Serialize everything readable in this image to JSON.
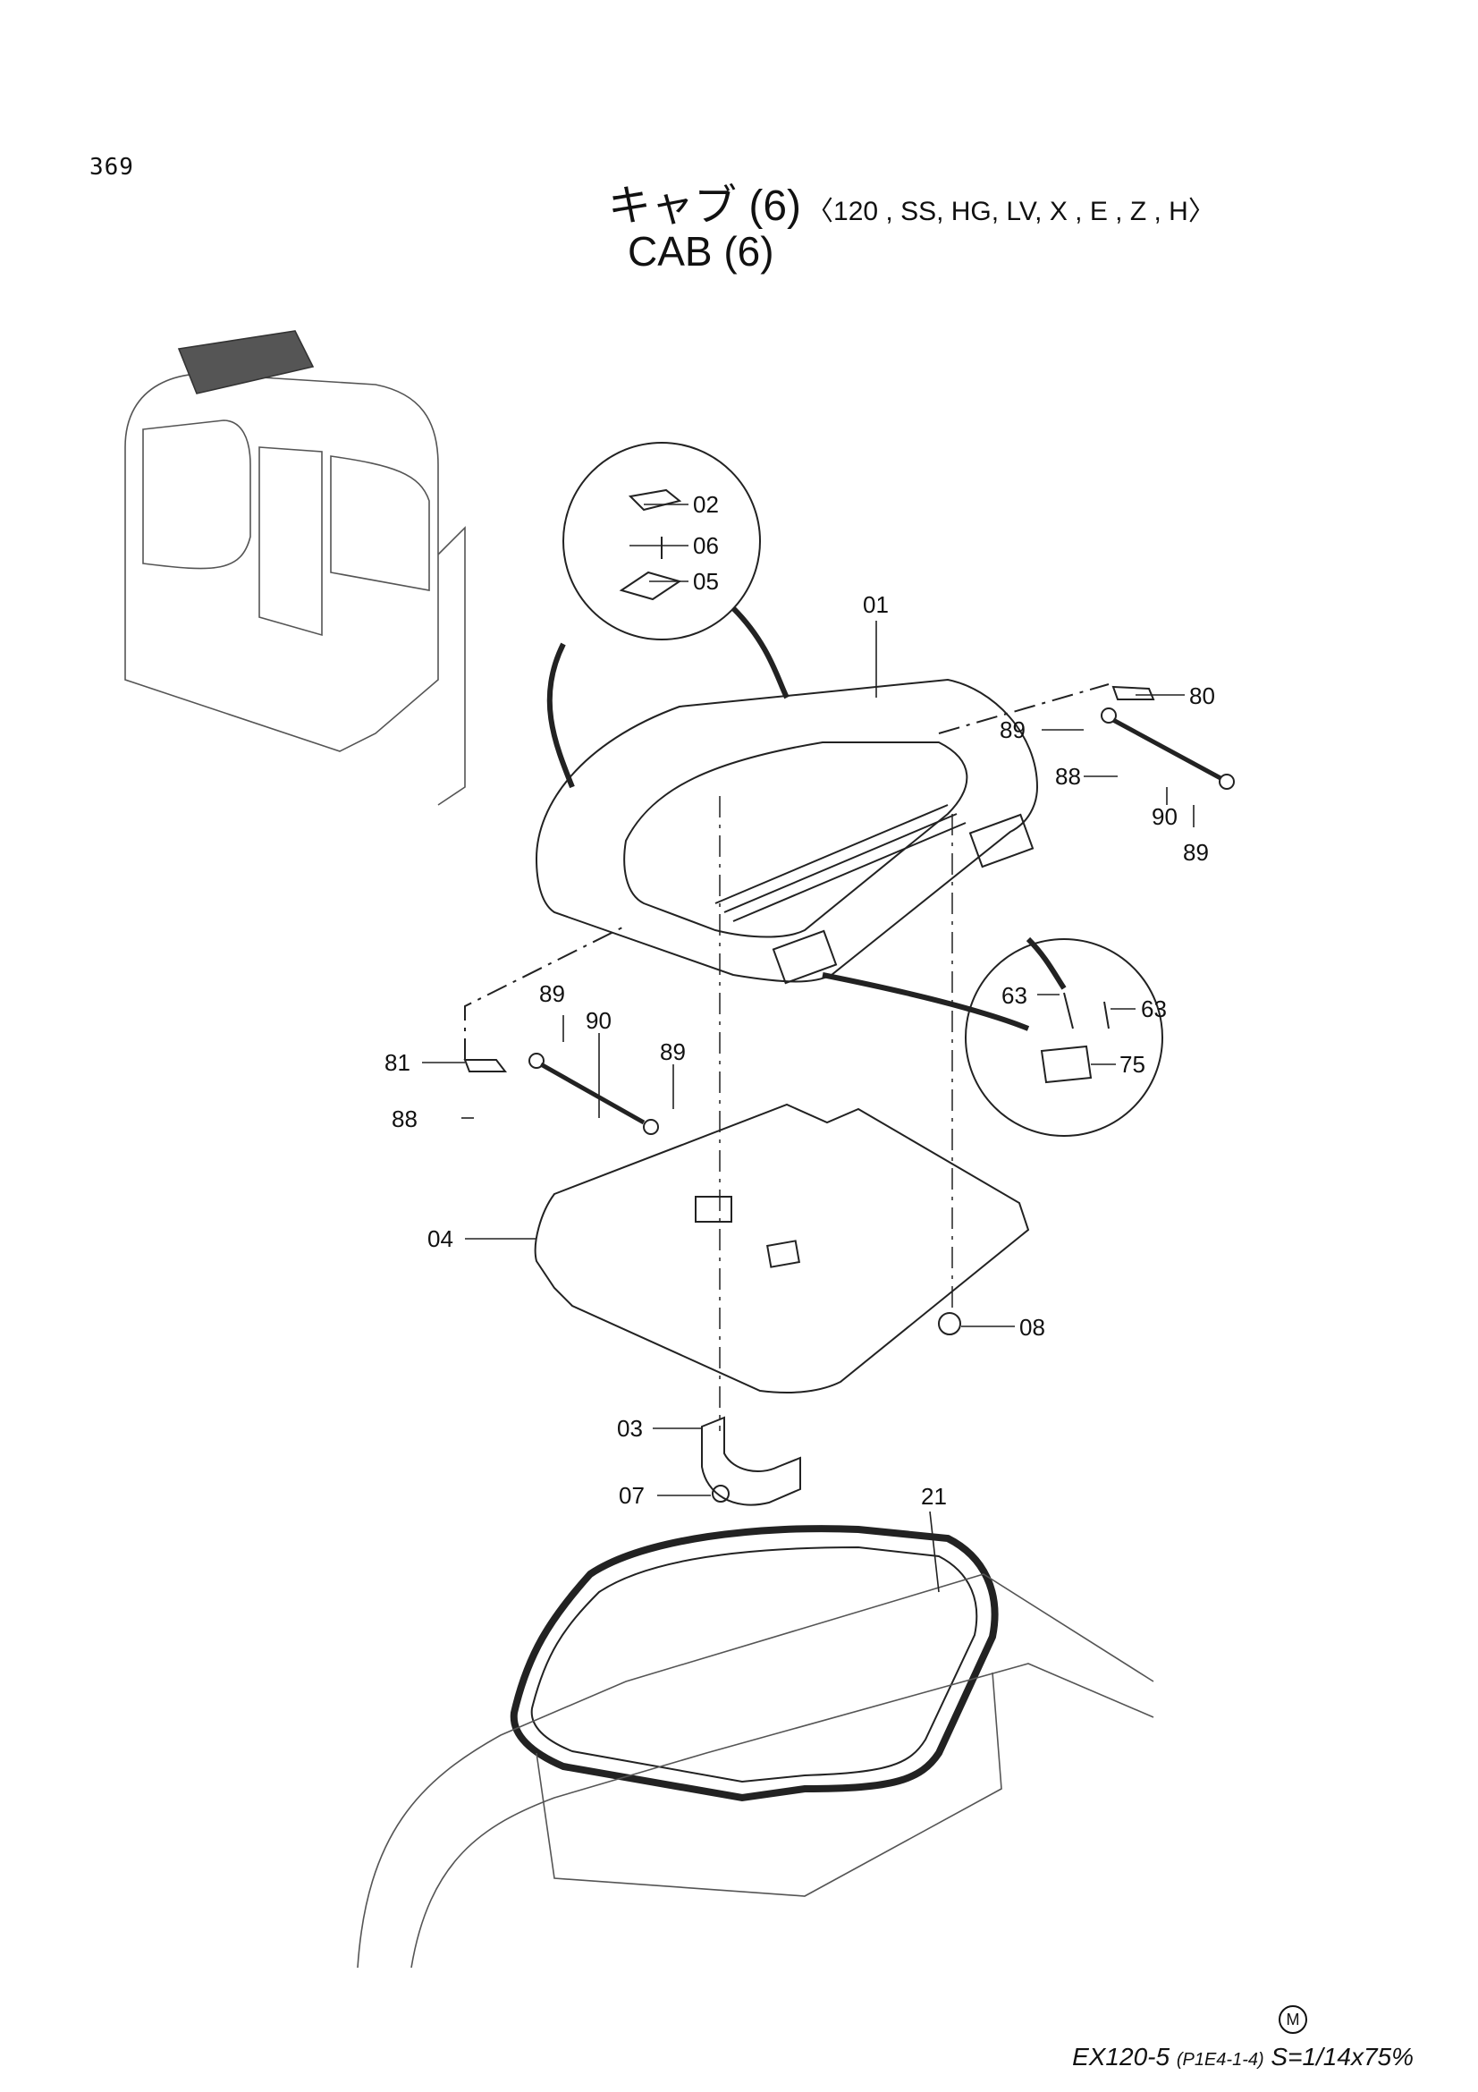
{
  "page": {
    "number": "369"
  },
  "title": {
    "jp": "キャブ (6)",
    "models": "〈120 , SS, HG, LV, X , E , Z , H〉",
    "en": "CAB (6)"
  },
  "callouts": {
    "c01": "01",
    "c02": "02",
    "c03": "03",
    "c04": "04",
    "c05": "05",
    "c06": "06",
    "c07": "07",
    "c08": "08",
    "c21": "21",
    "c63a": "63",
    "c63b": "63",
    "c75": "75",
    "c80": "80",
    "c81": "81",
    "c88a": "88",
    "c88b": "88",
    "c89a": "89",
    "c89b": "89",
    "c89c": "89",
    "c89d": "89",
    "c90a": "90",
    "c90b": "90"
  },
  "footer": {
    "model": "EX120-5",
    "code": "(P1E4-1-4)",
    "scale": "S=1/14x75%",
    "marker": "M"
  }
}
